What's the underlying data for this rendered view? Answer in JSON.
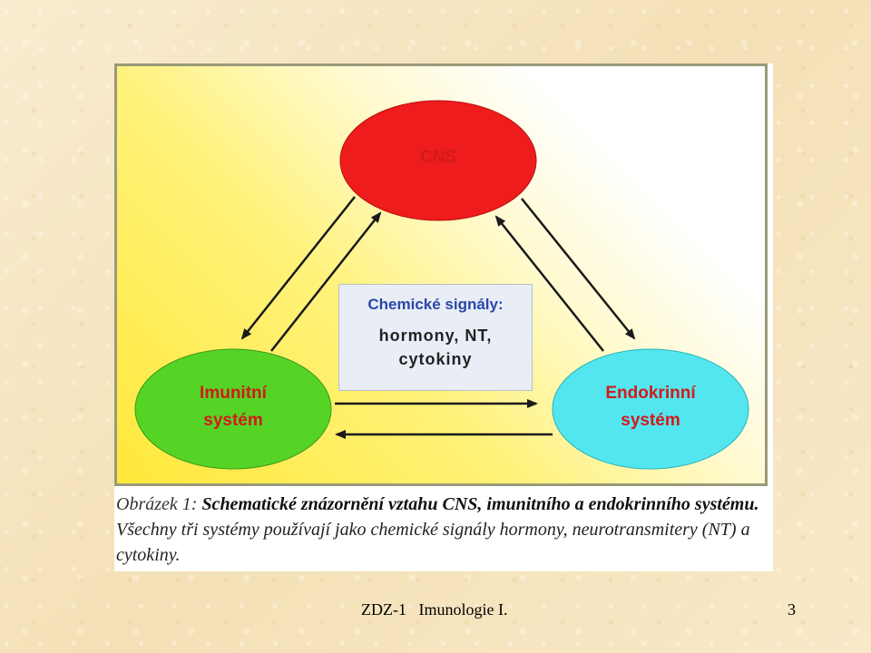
{
  "diagram": {
    "nodes": {
      "cns": {
        "label": "CNS",
        "color": "#ee1c1c"
      },
      "immune": {
        "label_line1": "Imunitní",
        "label_line2": "systém",
        "color": "#55d426"
      },
      "endocrine": {
        "label_line1": "Endokrinní",
        "label_line2": "systém",
        "color": "#54e6ef"
      }
    },
    "signals": {
      "title": "Chemické signály:",
      "line1": "hormony, NT,",
      "line2": "cytokiny"
    },
    "arrows": [
      {
        "from": "cns",
        "to": "immune"
      },
      {
        "from": "immune",
        "to": "cns"
      },
      {
        "from": "cns",
        "to": "endocrine"
      },
      {
        "from": "endocrine",
        "to": "cns"
      },
      {
        "from": "immune",
        "to": "endocrine"
      },
      {
        "from": "endocrine",
        "to": "immune"
      }
    ]
  },
  "caption": {
    "label": "Obrázek 1:",
    "bold": "Schematické znázornění vztahu CNS, imunitního a endokrinního systému.",
    "text": "Všechny tři systémy používají jako chemické signály hormony, neurotransmitery (NT) a cytokiny."
  },
  "footer": {
    "text": "ZDZ-1   Imunologie I.",
    "page_number": "3"
  }
}
